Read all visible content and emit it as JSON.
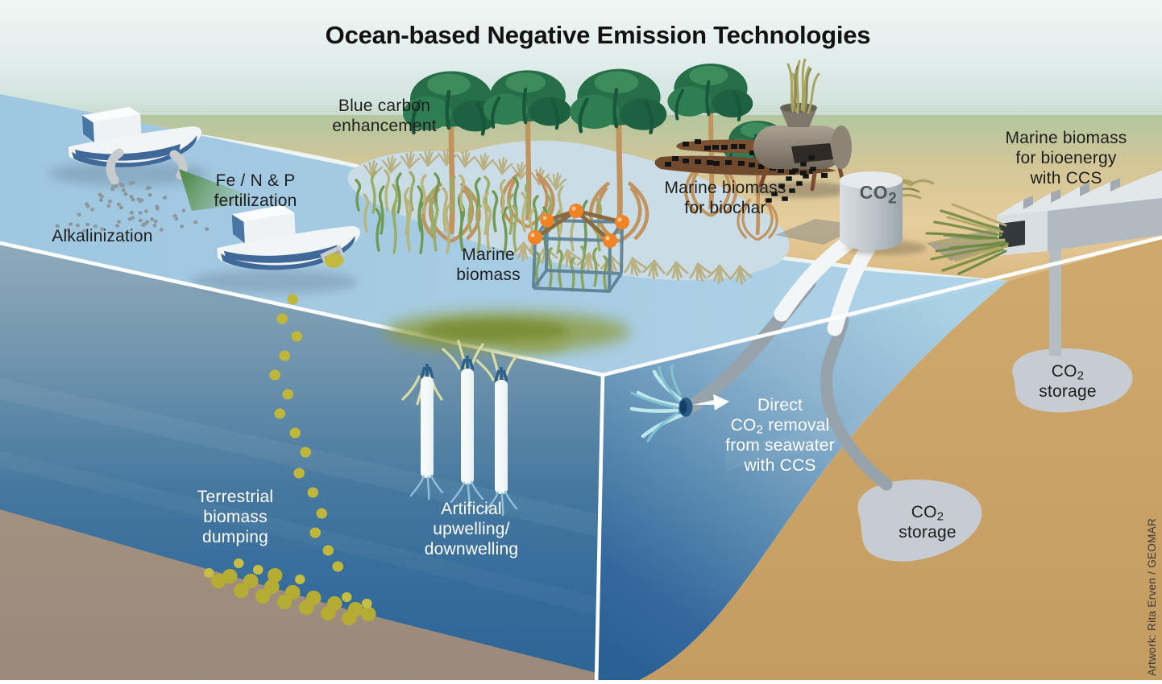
{
  "title": "Ocean-based Negative Emission Technologies",
  "credit": "Artwork: Rita Erven / GEOMAR",
  "labels": {
    "alkalinization": {
      "line1": "Alkalinization"
    },
    "fertilization": {
      "line1": "Fe / N & P",
      "line2": "fertilization"
    },
    "blue_carbon": {
      "line1": "Blue carbon",
      "line2": "enhancement"
    },
    "marine_biomass": {
      "line1": "Marine",
      "line2": "biomass"
    },
    "biochar": {
      "line1": "Marine biomass",
      "line2": "for biochar"
    },
    "co2_tank": {
      "pre": "CO",
      "sub": "2"
    },
    "bioenergy": {
      "line1": "Marine biomass",
      "line2": "for bioenergy",
      "line3": "with CCS"
    },
    "storage_right": {
      "pre": "CO",
      "sub": "2",
      "line2": "storage"
    },
    "storage_center": {
      "pre": "CO",
      "sub": "2",
      "line2": "storage"
    },
    "direct_removal": {
      "line1": "Direct",
      "line2_pre": "CO",
      "line2_sub": "2",
      "line2_post": " removal",
      "line3": "from seawater",
      "line4": "with CCS"
    },
    "terrestrial": {
      "line1": "Terrestrial",
      "line2": "biomass",
      "line3": "dumping"
    },
    "upwelling": {
      "line1": "Artificial",
      "line2": "upwelling/",
      "line3": "downwelling"
    }
  },
  "palette": {
    "sky": "#edf4f2",
    "sea_surface": "#a8cde4",
    "deep_water": "#2c6397",
    "land_tan": "#d9b77e",
    "sediment": "#c8a268",
    "seabed_gray": "#9d8b7c",
    "storage_gray": "#c6ccd2",
    "buoy_orange": "#f08325",
    "biomass_yellow": "#bfb63c",
    "mangrove_green": "#266e48",
    "label_dark": "#1e1e1e",
    "label_light": "#ffffff"
  },
  "scene": [
    "alkalinization-ship",
    "fertilization-plume",
    "blue-carbon-mangroves",
    "seagrass",
    "kelp-farm",
    "kelp-cage",
    "terrestrial-biomass-ship",
    "biomass-chunks",
    "artificial-upwelling-pipes",
    "phytoplankton-bloom",
    "biochar-kiln",
    "biochar-strips",
    "co2-tank",
    "bioenergy-plant",
    "co2-pipelines",
    "seawater-intake",
    "co2-storage-reservoirs"
  ]
}
